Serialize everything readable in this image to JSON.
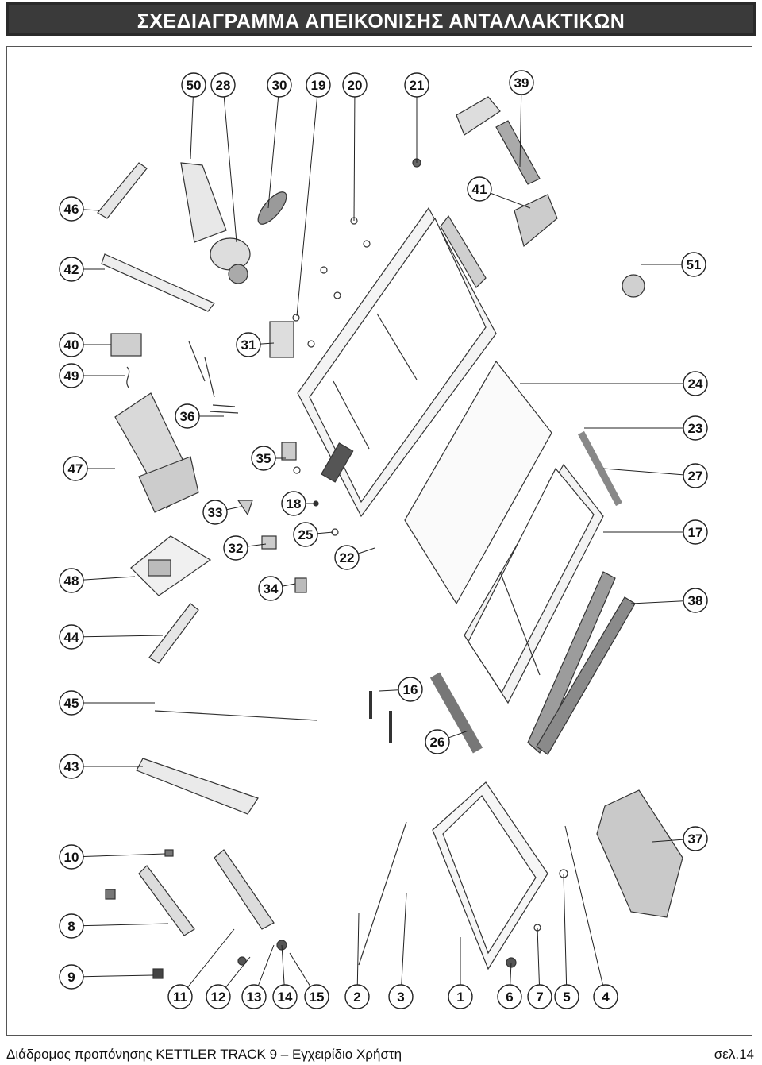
{
  "page": {
    "title": "ΣΧΕΔΙΑΓΡΑΜΜΑ ΑΠΕΙΚΟΝΙΣΗΣ ΑΝΤΑΛΛΑΚΤΙΚΩΝ",
    "footer_left": "Διάδρομος προπόνησης KETTLER TRACK 9 – Εγχειρίδιο Χρήστη",
    "footer_right": "σελ.14"
  },
  "diagram": {
    "type": "exploded-parts-diagram",
    "callouts": [
      "50",
      "28",
      "30",
      "19",
      "20",
      "21",
      "39",
      "46",
      "41",
      "42",
      "51",
      "40",
      "49",
      "31",
      "24",
      "36",
      "23",
      "47",
      "35",
      "27",
      "18",
      "33",
      "25",
      "17",
      "32",
      "22",
      "48",
      "34",
      "38",
      "44",
      "45",
      "16",
      "26",
      "43",
      "10",
      "37",
      "8",
      "9",
      "11",
      "12",
      "13",
      "14",
      "15",
      "2",
      "3",
      "1",
      "6",
      "7",
      "5",
      "4"
    ]
  }
}
